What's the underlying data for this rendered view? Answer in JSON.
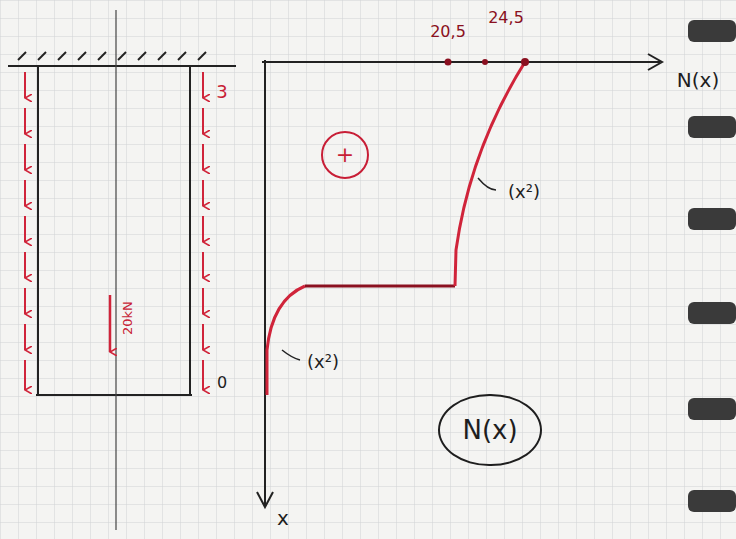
{
  "diagram": {
    "nodes": [
      {
        "text": [
          "+"
        ]
      },
      {
        "text": [
          "N(x)"
        ]
      }
    ],
    "labels": [
      "3",
      "0",
      "20kN",
      "20,5",
      "24,5",
      "N(x)",
      "x",
      "(x²)",
      "(x²)"
    ]
  }
}
